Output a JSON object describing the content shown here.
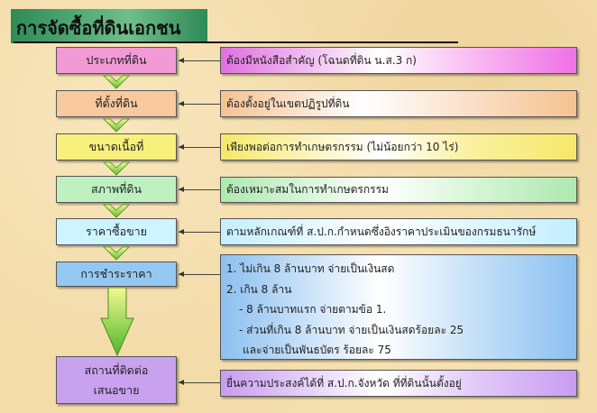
{
  "title": "การจัดซื้อที่ดินเอกชน",
  "steps": [
    {
      "label": "ประเภทที่ดิน",
      "detail": "ต้องมีหนังสือสำคัญ (โฉนดที่ดิน น.ส.3 ก)",
      "color": "#f29ad6"
    },
    {
      "label": "ที่ตั้งที่ดิน",
      "detail": "ต้องตั้งอยู่ในเขตปฏิรูปที่ดิน",
      "color": "#f8c89e"
    },
    {
      "label": "ขนาดเนื้อที่",
      "detail": "เพียงพอต่อการทำเกษตรกรรม (ไม่น้อยกว่า 10 ไร่)",
      "color": "#f8f07c"
    },
    {
      "label": "สภาพที่ดิน",
      "detail": "ต้องเหมาะสมในการทำเกษตรกรรม",
      "color": "#bff0c0"
    },
    {
      "label": "ราคาซื้อขาย",
      "detail": "ตามหลักเกณฑ์ที่ ส.ป.ก.กำหนดซึ่งอิงราคาประเมินของกรมธนารักษ์",
      "color": "#cdf4ff"
    },
    {
      "label": "การชำระราคา",
      "detail_lines": [
        "1. ไม่เกิน 8 ล้านบาท จ่ายเป็นเงินสด",
        "2. เกิน 8 ล้าน",
        "- 8 ล้านบาทแรก  จ่ายตามข้อ 1.",
        "- ส่วนที่เกิน 8 ล้านบาท จ่ายเป็นเงินสดร้อยละ 25",
        "และจ่ายเป็นพันธบัตร ร้อยละ 75"
      ],
      "color": "#94c8f0"
    },
    {
      "label_lines": [
        "สถานที่ติดต่อ",
        "เสนอขาย"
      ],
      "detail": "ยื่นความประสงค์ได้ที่ ส.ป.ก.จังหวัด ที่ที่ดินนั้นตั้งอยู่",
      "color": "#c9a2ef"
    }
  ]
}
